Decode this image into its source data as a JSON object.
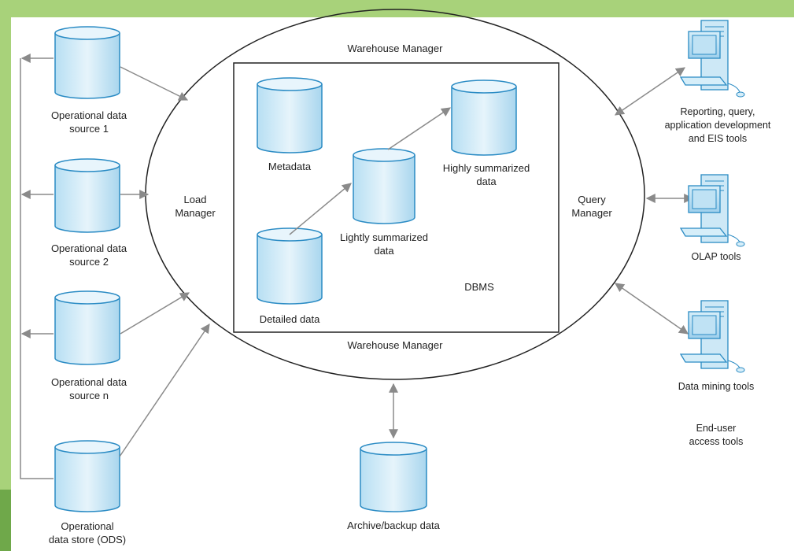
{
  "labels": {
    "warehouse_manager_top": "Warehouse Manager",
    "warehouse_manager_bottom": "Warehouse Manager",
    "load_manager": [
      "Load",
      "Manager"
    ],
    "query_manager": [
      "Query",
      "Manager"
    ],
    "dbms": "DBMS",
    "metadata": "Metadata",
    "detailed_data": "Detailed data",
    "lightly_summarized": [
      "Lightly summarized",
      "data"
    ],
    "highly_summarized": [
      "Highly summarized",
      "data"
    ],
    "archive": "Archive/backup data",
    "source1": [
      "Operational data",
      "source 1"
    ],
    "source2": [
      "Operational data",
      "source 2"
    ],
    "sourcen": [
      "Operational data",
      "source n"
    ],
    "ods": [
      "Operational",
      "data store (ODS)"
    ],
    "reporting_tools": [
      "Reporting, query,",
      "application development",
      "and EIS tools"
    ],
    "olap_tools": "OLAP tools",
    "mining_tools": "Data mining tools",
    "end_user": [
      "End-user",
      "access tools"
    ]
  },
  "colors": {
    "cylinder_fill": "#cfe9f7",
    "cylinder_top": "#e8f5fc",
    "cylinder_stroke": "#2a8bc4",
    "green_band": "#a8d27a",
    "dark_green": "#6fa84a",
    "arrow": "#8a8a8a"
  }
}
